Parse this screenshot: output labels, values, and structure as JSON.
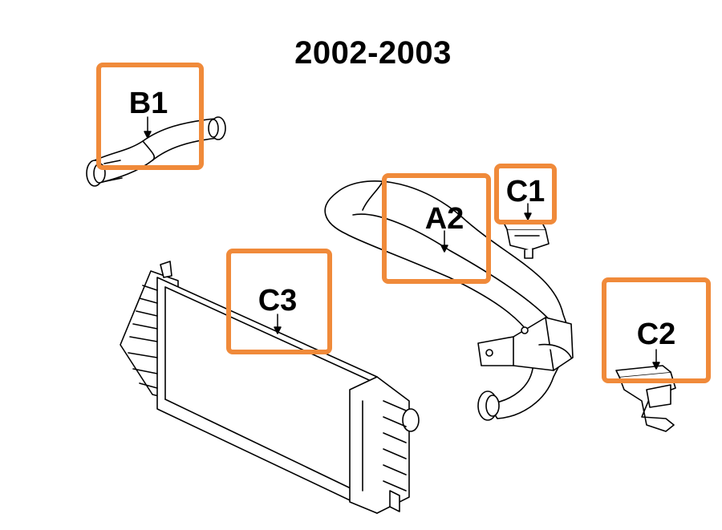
{
  "title": "2002-2003",
  "colors": {
    "callout_border": "#f08a3a",
    "line": "#000000",
    "background": "#ffffff"
  },
  "callouts": [
    {
      "id": "B1",
      "label": "B1"
    },
    {
      "id": "A2",
      "label": "A2"
    },
    {
      "id": "C1",
      "label": "C1"
    },
    {
      "id": "C2",
      "label": "C2"
    },
    {
      "id": "C3",
      "label": "C3"
    }
  ],
  "parts": [
    {
      "id": "B1",
      "icon": "intake-tube-drawing"
    },
    {
      "id": "A2",
      "icon": "charge-air-hose-drawing"
    },
    {
      "id": "C1",
      "icon": "sensor-drawing"
    },
    {
      "id": "C2",
      "icon": "sensor-drawing"
    },
    {
      "id": "C3",
      "icon": "intercooler-drawing"
    }
  ]
}
